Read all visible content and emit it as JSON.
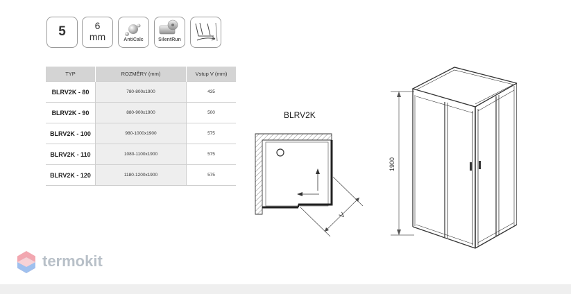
{
  "badges": {
    "doors_value": "5",
    "glass_value": "6",
    "glass_unit": "mm",
    "anticalc_label": "AntiCalc",
    "silentrun_label": "SilentRun"
  },
  "table": {
    "headers": [
      "TYP",
      "ROZMĚRY (mm)",
      "Vstup V (mm)"
    ],
    "rows": [
      [
        "BLRV2K - 80",
        "780-800x1900",
        "435"
      ],
      [
        "BLRV2K - 90",
        "880-900x1900",
        "500"
      ],
      [
        "BLRV2K - 100",
        "980-1000x1900",
        "575"
      ],
      [
        "BLRV2K - 110",
        "1080-1100x1900",
        "575"
      ],
      [
        "BLRV2K - 120",
        "1180-1200x1900",
        "575"
      ]
    ]
  },
  "plan": {
    "title": "BLRV2K",
    "entry_label": "V"
  },
  "elevation": {
    "height_label": "1900"
  },
  "logo": {
    "text": "termokit"
  },
  "icons": {
    "anticalc": "anticalc-icon",
    "silentrun": "silentrun-icon",
    "sliding_door": "sliding-door-icon",
    "logo_mark": "hexagon-logo-icon"
  },
  "colors": {
    "header_bg": "#d4d4d4",
    "row_shade": "#eeeeee",
    "badge_border": "#9a9a9a",
    "logo_text": "#b8c0c8"
  }
}
